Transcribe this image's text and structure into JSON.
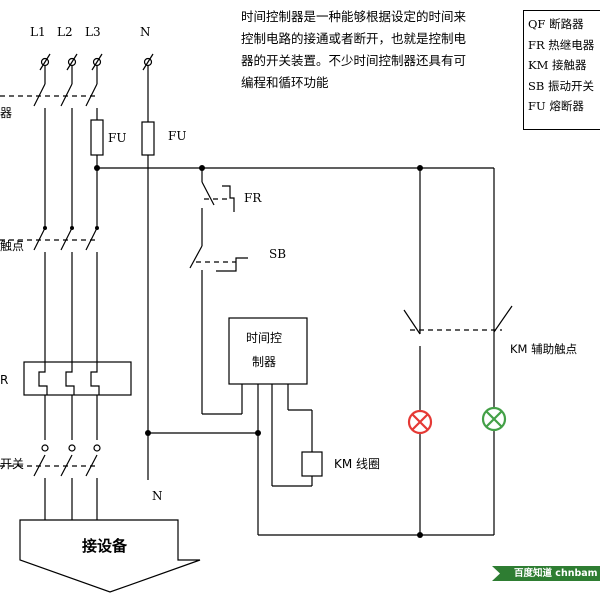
{
  "description": {
    "line1": "时间控制器是一种能够根据设定的时间来",
    "line2": "控制电路的接通或者断开，也就是控制电",
    "line3": "器的开关装置。不少时间控制器还具有可",
    "line4": "编程和循环功能"
  },
  "legend": [
    "QF 断路器",
    "FR 热继电器",
    "KM 接触器",
    "SB 振动开关",
    "FU 熔断器"
  ],
  "labels": {
    "L1": "L1",
    "L2": "L2",
    "L3": "L3",
    "N_top": "N",
    "N_bottom": "N",
    "fu_left": "FU",
    "fu_right": "FU",
    "fr": "FR",
    "sb": "SB",
    "qf_cut": "器",
    "contact_cut": "触点",
    "fr_cut": "R",
    "switch_cut": "开关",
    "controller_line1": "时间控",
    "controller_line2": "制器",
    "km_coil": "KM 线圈",
    "km_aux": "KM 辅助触点",
    "equipment": "接设备"
  },
  "indicators": {
    "red": "#e53935",
    "green": "#43a047"
  },
  "watermark": "百度知道 chnbam"
}
